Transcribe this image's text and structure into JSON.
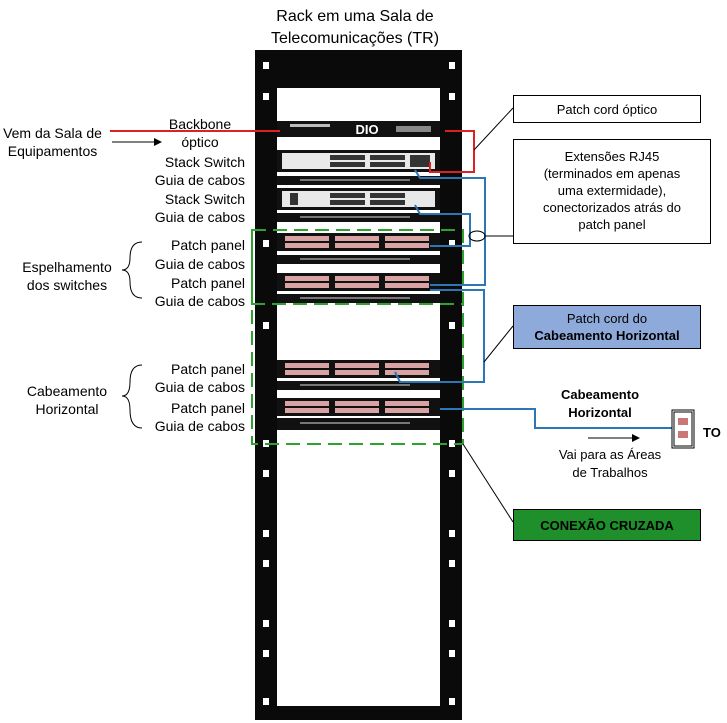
{
  "title_line1": "Rack em uma Sala de",
  "title_line2": "Telecomunicações (TR)",
  "left": {
    "from_room_1": "Vem da Sala de",
    "from_room_2": "Equipamentos",
    "backbone_1": "Backbone",
    "backbone_2": "óptico",
    "stack_switch_1": "Stack Switch",
    "cable_guide_1": "Guia de cabos",
    "stack_switch_2": "Stack Switch",
    "cable_guide_2": "Guia de cabos",
    "patch_panel_1": "Patch panel",
    "cable_guide_3": "Guia de cabos",
    "patch_panel_2": "Patch panel",
    "cable_guide_4": "Guia de cabos",
    "patch_panel_3": "Patch panel",
    "cable_guide_5": "Guia de cabos",
    "patch_panel_4": "Patch panel",
    "cable_guide_6": "Guia de cabos",
    "mirror_1": "Espelhamento",
    "mirror_2": "dos switches",
    "horizontal_1": "Cabeamento",
    "horizontal_2": "Horizontal"
  },
  "rack": {
    "dio_label": "DIO"
  },
  "right": {
    "optical_cord": "Patch cord óptico",
    "ext_1": "Extensões RJ45",
    "ext_2": "(terminados em apenas",
    "ext_3": "uma extermidade),",
    "ext_4": "conectorizados atrás do",
    "ext_5": "patch panel",
    "hcord_1": "Patch cord do",
    "hcord_2": "Cabeamento Horizontal",
    "hcab_1": "Cabeamento",
    "hcab_2": "Horizontal",
    "to_label": "TO",
    "work_1": "Vai para as Áreas",
    "work_2": "de Trabalhos",
    "cross_connect": "CONEXÃO CRUZADA"
  },
  "colors": {
    "fiber": "#e02020",
    "copper": "#2e75b6",
    "cross_connect_fill": "#1e8f2a",
    "hcord_fill": "#8eaadb",
    "dashed_green": "#2fa12f"
  }
}
